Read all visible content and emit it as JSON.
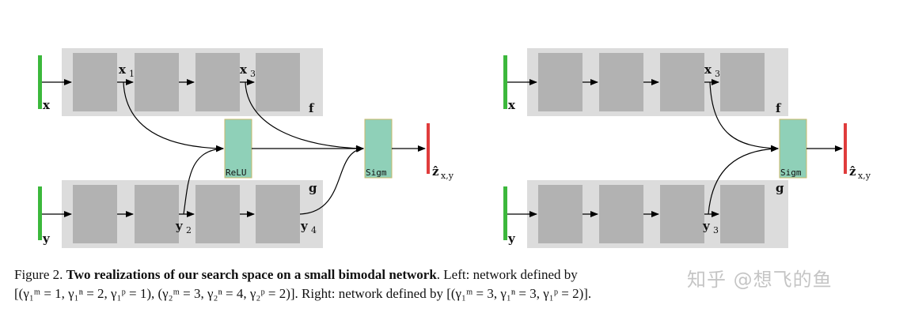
{
  "colors": {
    "panel": "#dcdcdc",
    "block": "#b2b2b2",
    "input_bar": "#3cb83c",
    "output_bar": "#e03c3c",
    "fusion_box": "#8fd0b8",
    "fusion_edge": "#c9b96a"
  },
  "left": {
    "input_x": "x",
    "input_y": "y",
    "f_label": "f",
    "g_label": "g",
    "x1": "x",
    "x1_sub": "1",
    "x3": "x",
    "x3_sub": "3",
    "y2": "y",
    "y2_sub": "2",
    "y4": "y",
    "y4_sub": "4",
    "relu": "ReLU",
    "sigm": "Sigm",
    "output": "ẑ",
    "output_sub": "x,y"
  },
  "right": {
    "input_x": "x",
    "input_y": "y",
    "f_label": "f",
    "g_label": "g",
    "x3": "x",
    "x3_sub": "3",
    "y3": "y",
    "y3_sub": "3",
    "sigm": "Sigm",
    "output": "ẑ",
    "output_sub": "x,y"
  },
  "caption": {
    "prefix": "Figure 2. ",
    "title": "Two realizations of our search space on a small bimodal network",
    "line1_rest": ".   Left: network defined by",
    "line2": "[(γ₁ᵐ = 1, γ₁ⁿ = 2, γ₁ᵖ = 1), (γ₂ᵐ = 3, γ₂ⁿ = 4, γ₂ᵖ = 2)]. Right: network defined by [(γ₁ᵐ = 3, γ₁ⁿ = 3, γ₁ᵖ = 2)]."
  },
  "watermark": "知乎 @想飞的鱼"
}
